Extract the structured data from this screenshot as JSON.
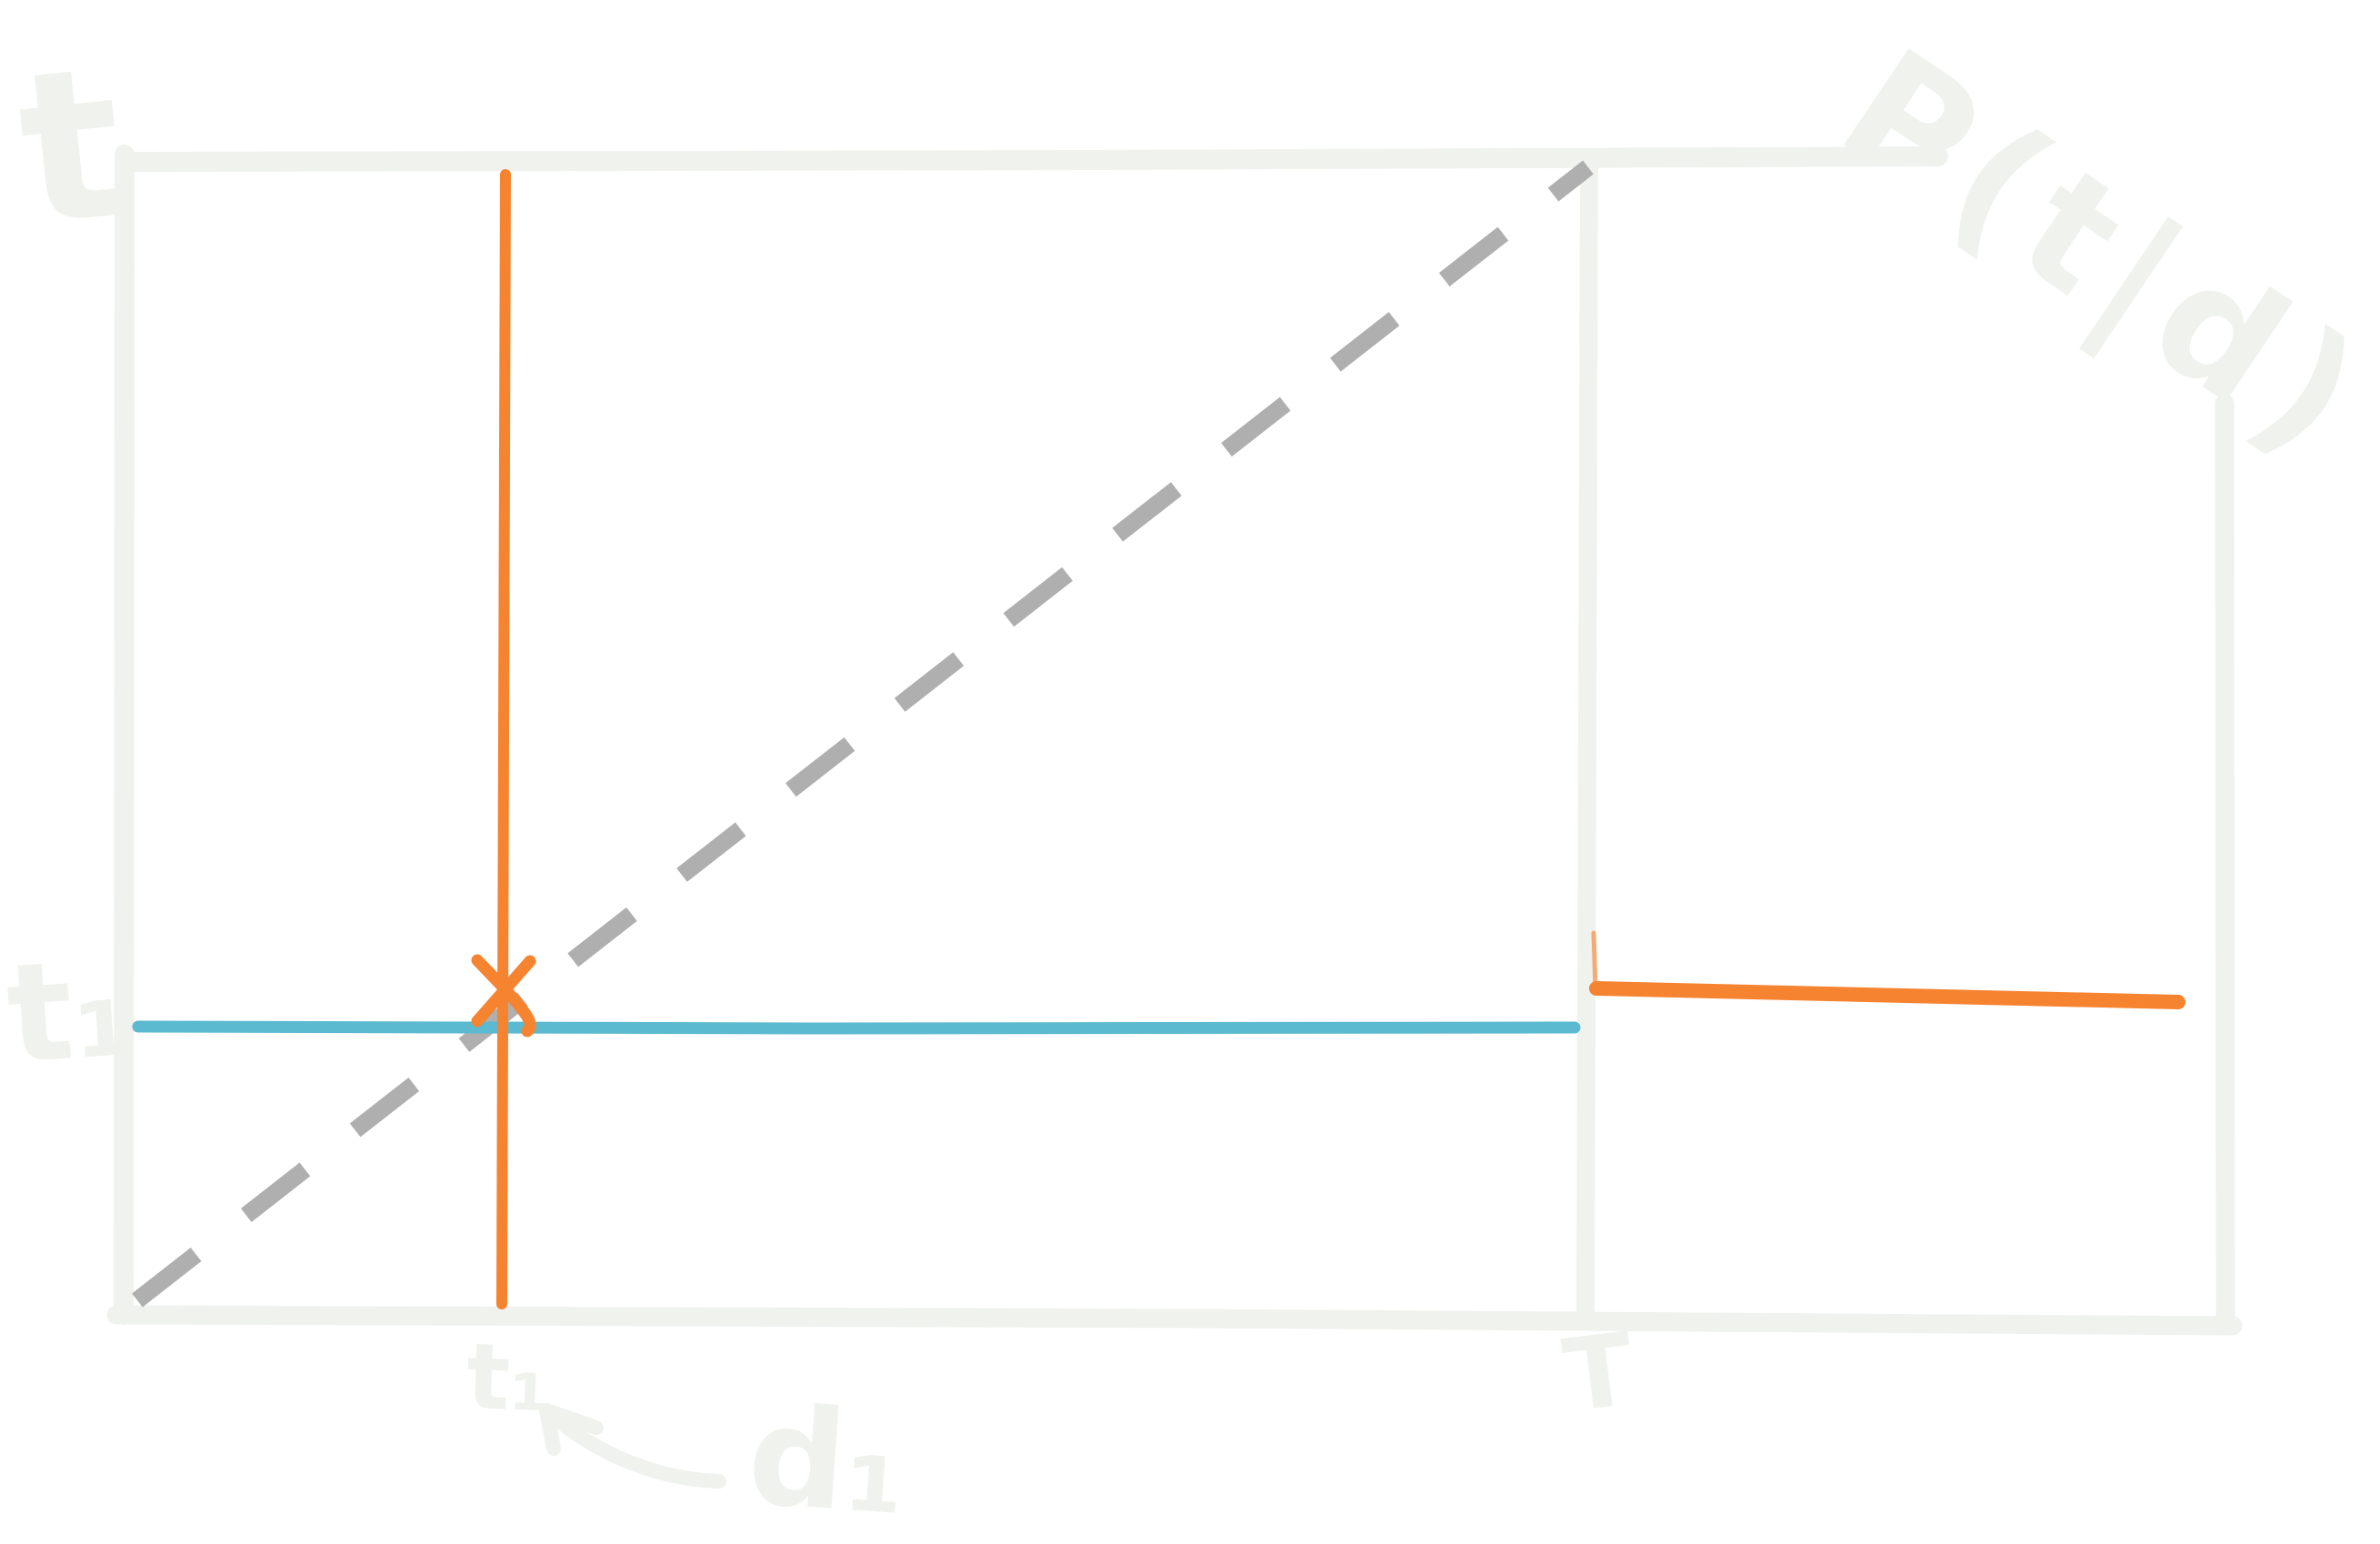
{
  "labels": {
    "axis_t": "t",
    "title": "P(t|d)",
    "t1_left": "t₁",
    "t1_bottom": "t₁",
    "d1_bottom": "d₁",
    "T_bottom": "T"
  },
  "icons": {
    "x_marker": "✕",
    "curved_arrow": "↖"
  },
  "colors": {
    "background": "#ffffff",
    "sketch_gray": "#f0f2ed",
    "orange": "#f6832f",
    "blue": "#5bb9d0",
    "dash_gray": "#afafaf"
  }
}
